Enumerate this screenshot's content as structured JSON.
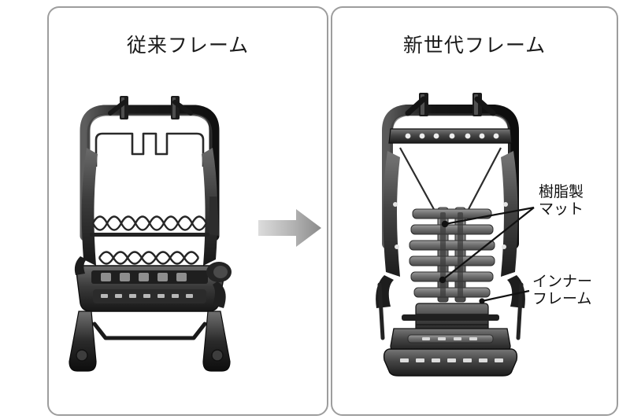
{
  "figure": {
    "type": "comparison-diagram",
    "subject": "automotive seat frame comparison",
    "background_color": "#ffffff",
    "panel_border_color": "#9d9d9d",
    "text_color": "#111111"
  },
  "panels": [
    {
      "id": "conventional",
      "title": "従来フレーム",
      "photo_alt": "従来フレーム"
    },
    {
      "id": "new-generation",
      "title": "新世代フレーム",
      "photo_alt": "新世代フレーム"
    }
  ],
  "arrow": {
    "name": "transition-arrow",
    "direction": "right",
    "fill_start": "#d8d8d8",
    "fill_end": "#8c8c8c"
  },
  "callouts": [
    {
      "id": "resin-mat",
      "line1": "樹脂製",
      "line2": "マット",
      "targets": 2
    },
    {
      "id": "inner-frame",
      "line1": "インナー",
      "line2": "フレーム",
      "targets": 1
    }
  ]
}
